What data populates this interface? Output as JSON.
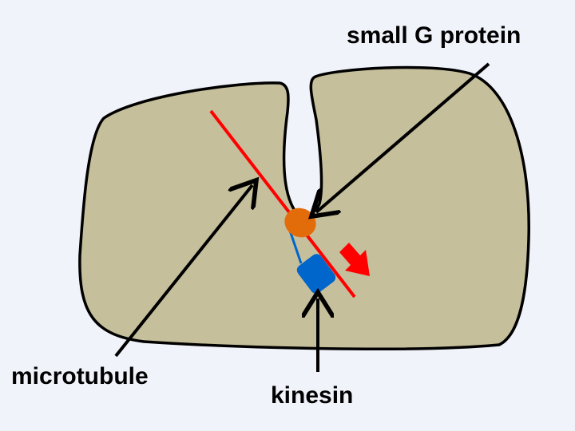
{
  "labels": {
    "small_g_protein": "small G protein",
    "microtubule": "microtubule",
    "kinesin": "kinesin"
  },
  "colors": {
    "background": "#F1F3FA",
    "cell_fill": "#C6BF9B",
    "outline": "#000000",
    "microtubule": "#FF0000",
    "small_g_protein": "#E36C0A",
    "kinesin": "#0066CC",
    "direction_arrow": "#FF0000"
  }
}
